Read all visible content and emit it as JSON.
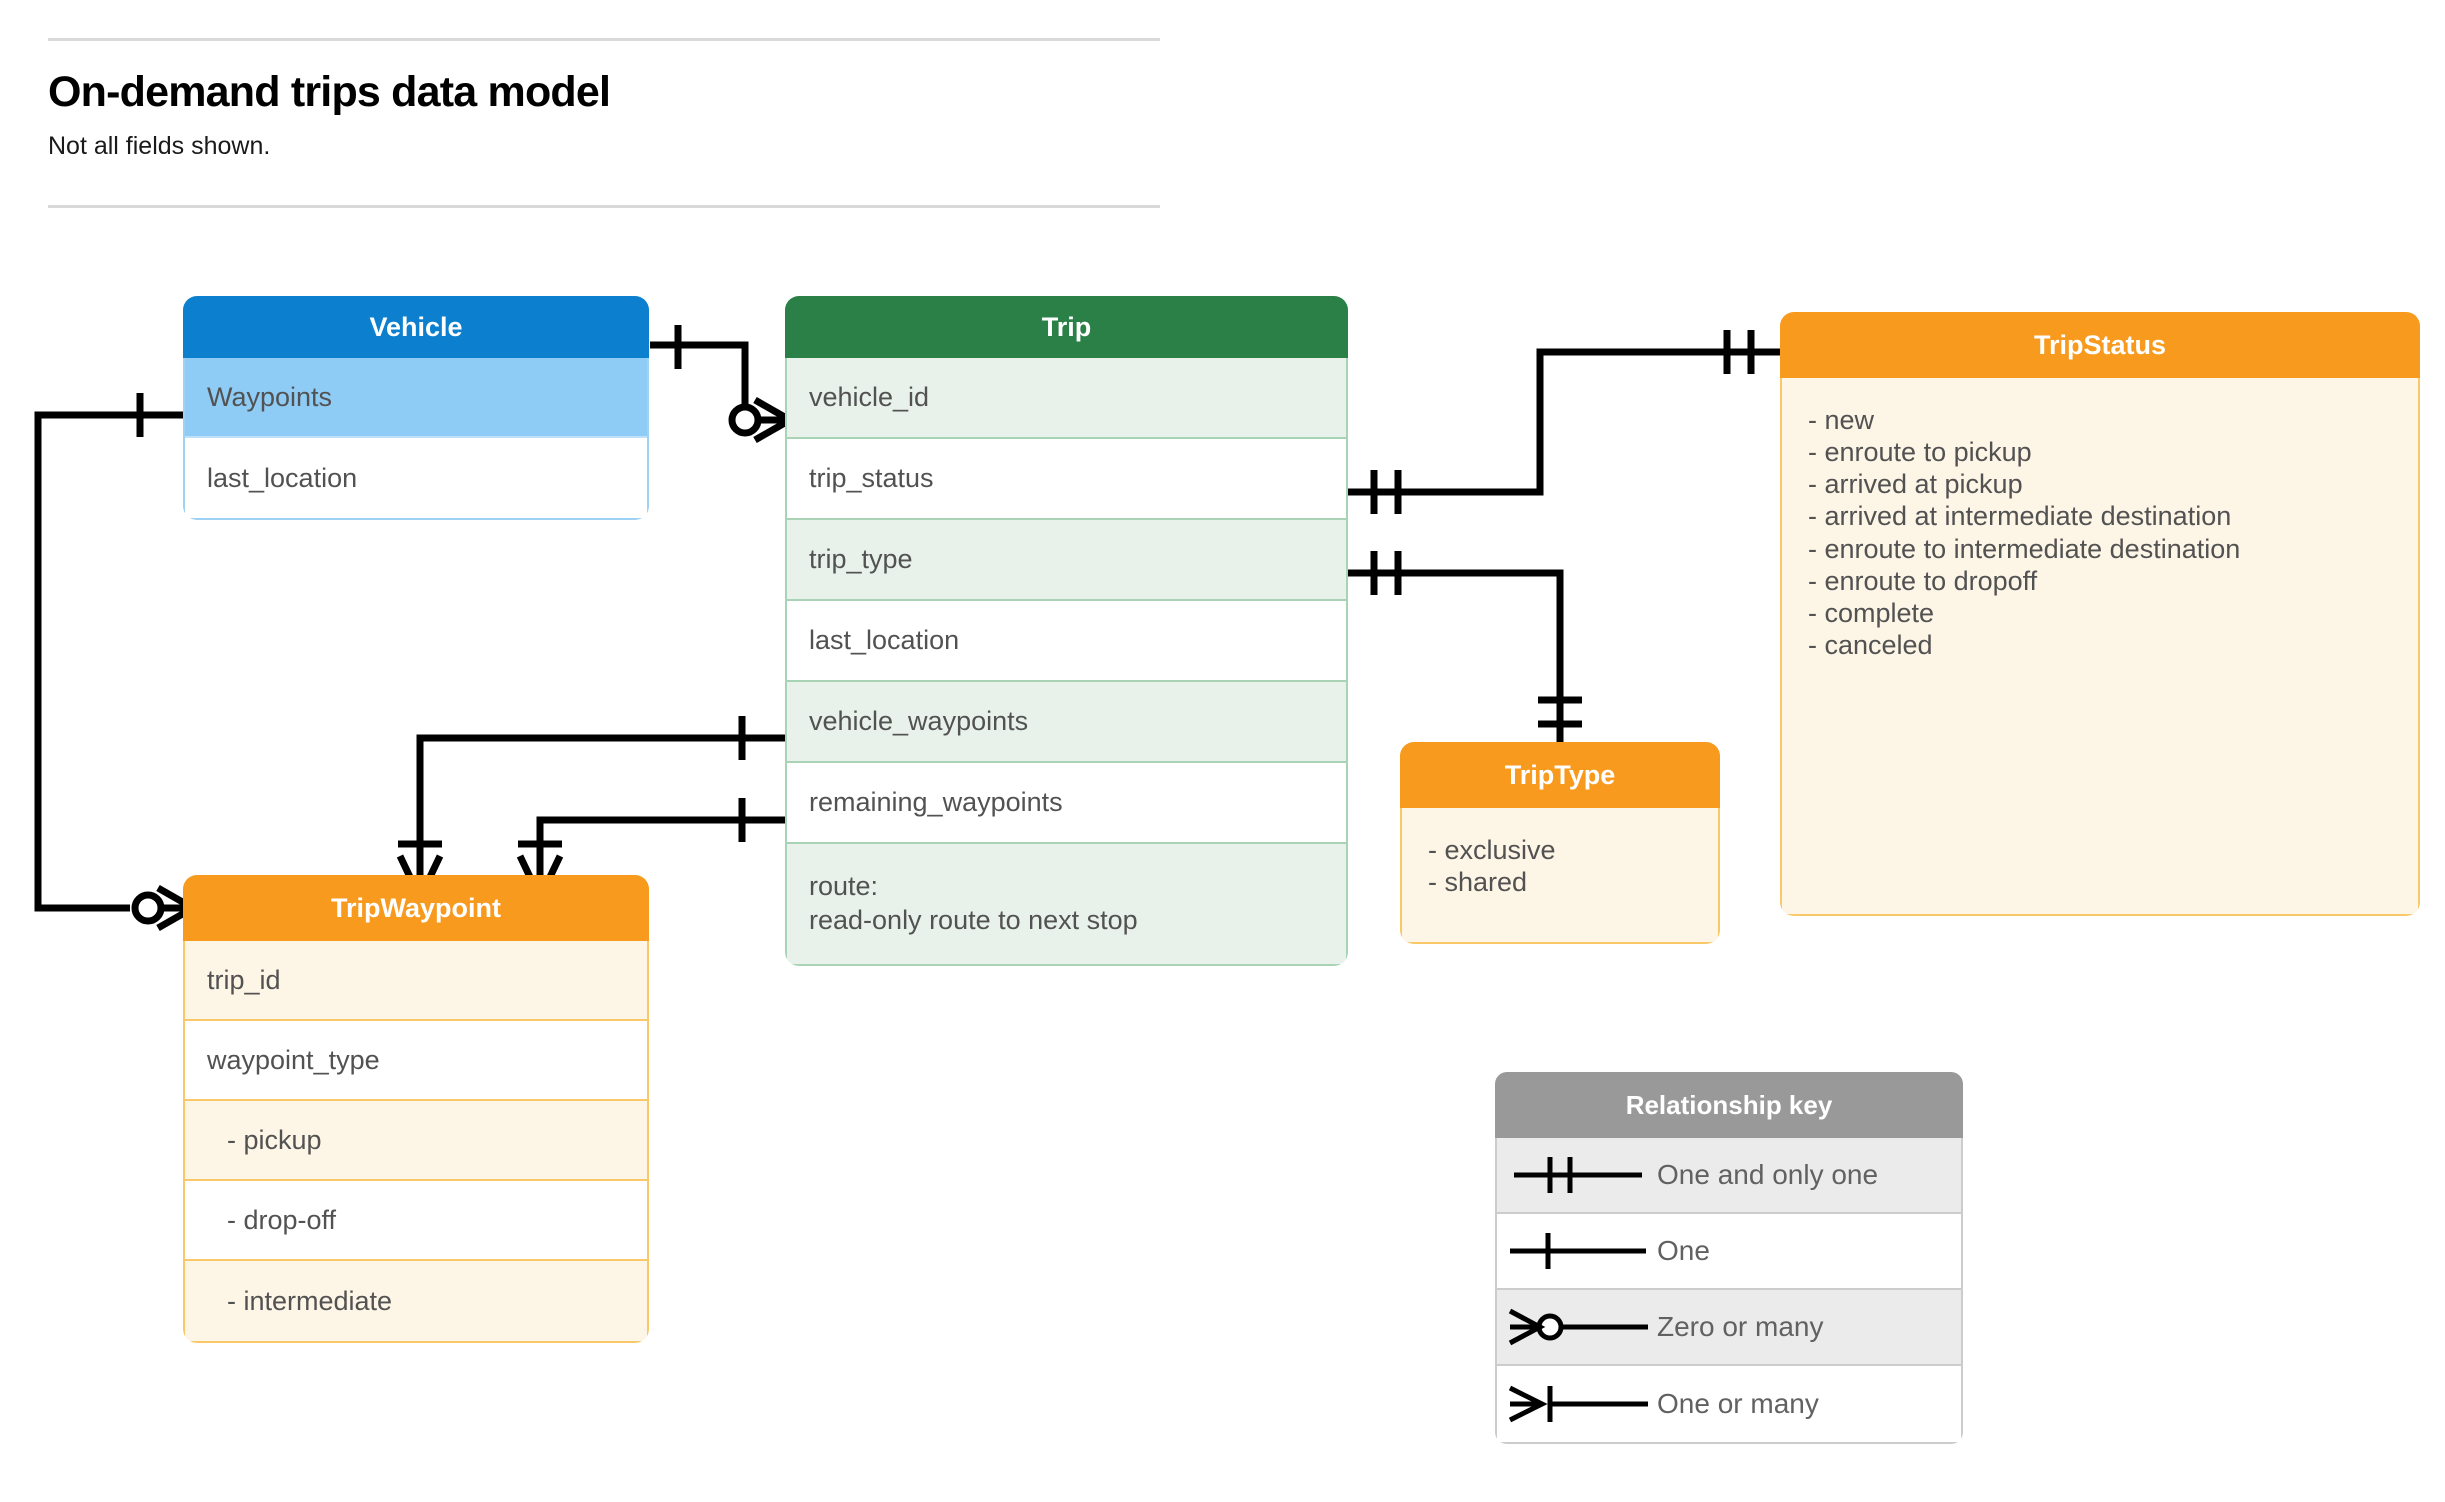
{
  "header": {
    "title": "On-demand trips data model",
    "subtitle": "Not all fields shown."
  },
  "colors": {
    "vehicle_header": "#0c7fce",
    "vehicle_row": "#8ecbf5",
    "trip_header": "#2a8047",
    "trip_row": "#e8f2ea",
    "orange_header": "#f79a1e",
    "orange_body": "#fdf5e6",
    "legend_header": "#999999",
    "connector": "#000000"
  },
  "entities": {
    "vehicle": {
      "name": "Vehicle",
      "fields": [
        "Waypoints",
        "last_location"
      ]
    },
    "trip": {
      "name": "Trip",
      "fields": [
        "vehicle_id",
        "trip_status",
        "trip_type",
        "last_location",
        "vehicle_waypoints",
        "remaining_waypoints"
      ],
      "route_label": "route:",
      "route_note": "read-only route to next stop"
    },
    "trip_status": {
      "name": "TripStatus",
      "values": [
        "- new",
        "- enroute to pickup",
        "- arrived at pickup",
        "- arrived at intermediate destination",
        "- enroute to intermediate destination",
        "- enroute to dropoff",
        "- complete",
        "- canceled"
      ]
    },
    "trip_type": {
      "name": "TripType",
      "values": [
        "- exclusive",
        "- shared"
      ]
    },
    "trip_waypoint": {
      "name": "TripWaypoint",
      "fields": [
        "trip_id",
        "waypoint_type"
      ],
      "values": [
        "-  pickup",
        "-  drop-off",
        "-  intermediate"
      ]
    }
  },
  "legend": {
    "title": "Relationship key",
    "items": [
      {
        "label": "One and only one",
        "symbol": "one-and-only-one-symbol"
      },
      {
        "label": "One",
        "symbol": "one-symbol"
      },
      {
        "label": "Zero or many",
        "symbol": "zero-or-many-symbol"
      },
      {
        "label": "One or many",
        "symbol": "one-or-many-symbol"
      }
    ]
  },
  "relationships": [
    {
      "from": "Vehicle",
      "to": "Trip.vehicle_id",
      "from_card": "one",
      "to_card": "zero or many"
    },
    {
      "from": "Vehicle.Waypoints",
      "to": "TripWaypoint",
      "from_card": "one",
      "to_card": "zero or many"
    },
    {
      "from": "Trip.trip_status",
      "to": "TripStatus",
      "from_card": "one and only one",
      "to_card": "one and only one"
    },
    {
      "from": "Trip.trip_type",
      "to": "TripType",
      "from_card": "one and only one",
      "to_card": "one and only one"
    },
    {
      "from": "Trip.vehicle_waypoints",
      "to": "TripWaypoint",
      "from_card": "one",
      "to_card": "one or many"
    },
    {
      "from": "Trip.remaining_waypoints",
      "to": "TripWaypoint",
      "from_card": "one",
      "to_card": "one or many"
    }
  ]
}
